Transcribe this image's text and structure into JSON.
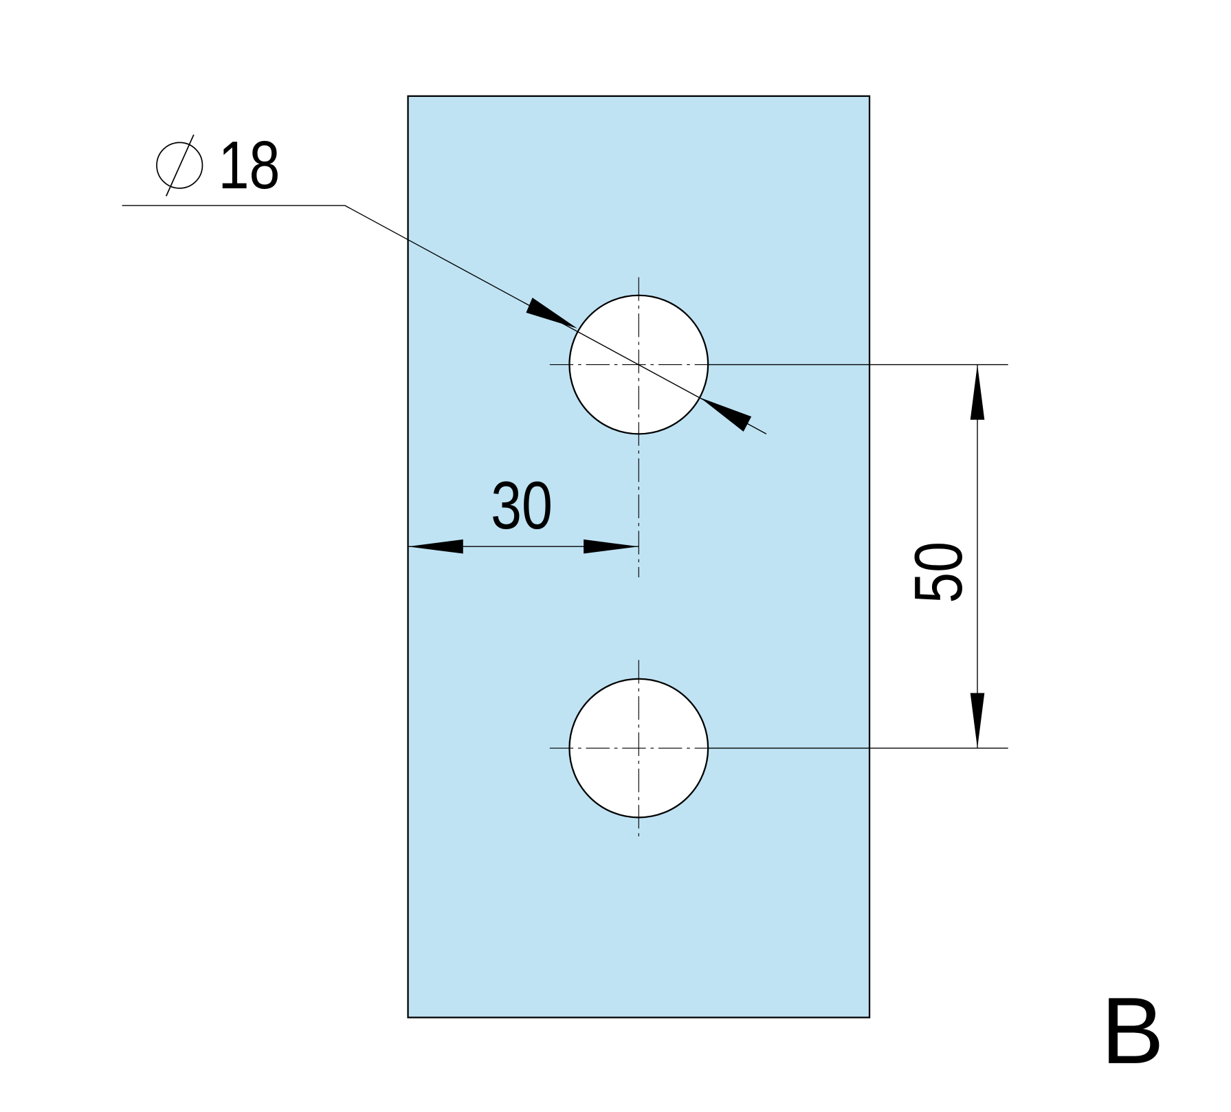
{
  "drawing": {
    "plate_color": "#bfe3f3",
    "hole_diameter_label": "18",
    "diameter_symbol": "⌀",
    "horizontal_dimension": "30",
    "vertical_dimension": "50",
    "view_label": "B"
  }
}
